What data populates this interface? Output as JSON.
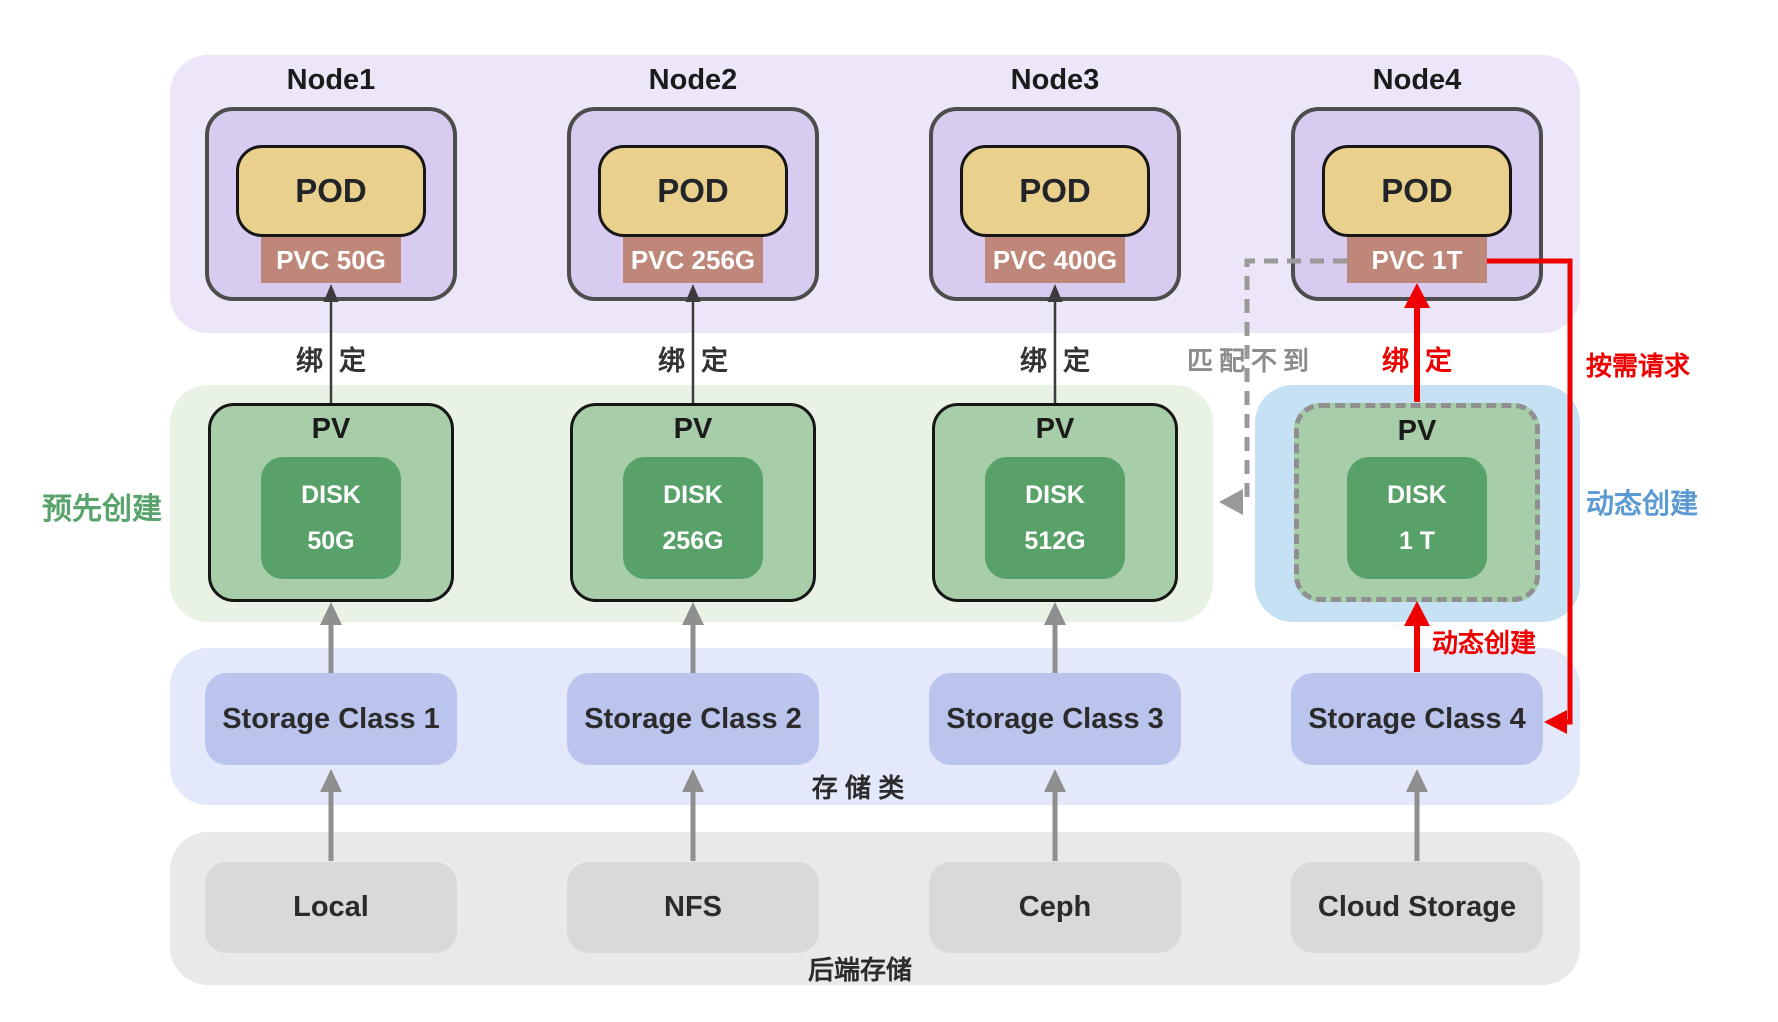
{
  "labels": {
    "pre_create": "预先创建",
    "dynamic_create_side": "动态创建",
    "on_demand_request": "按需请求",
    "bind_red": "绑定",
    "no_match": "匹配不到",
    "dynamic_create_red": "动态创建",
    "storage_class_band": "存 储 类",
    "backend_band": "后端存储"
  },
  "columns": [
    {
      "node": "Node1",
      "pod": "POD",
      "pvc": "PVC 50G",
      "bind": "绑定",
      "pv": "PV",
      "disk": "DISK",
      "disk_size": "50G",
      "storage_class": "Storage Class 1",
      "backend": "Local"
    },
    {
      "node": "Node2",
      "pod": "POD",
      "pvc": "PVC 256G",
      "bind": "绑定",
      "pv": "PV",
      "disk": "DISK",
      "disk_size": "256G",
      "storage_class": "Storage Class 2",
      "backend": "NFS"
    },
    {
      "node": "Node3",
      "pod": "POD",
      "pvc": "PVC 400G",
      "bind": "绑定",
      "pv": "PV",
      "disk": "DISK",
      "disk_size": "512G",
      "storage_class": "Storage Class 3",
      "backend": "Ceph"
    },
    {
      "node": "Node4",
      "pod": "POD",
      "pvc": "PVC 1T",
      "pv": "PV",
      "disk": "DISK",
      "disk_size": "1 T",
      "storage_class": "Storage Class 4",
      "backend": "Cloud Storage"
    }
  ],
  "colors": {
    "node_band": "#ece6f8",
    "node_box": "#d7ccf0",
    "pod_box": "#e9d18d",
    "pvc_badge": "#bf8779",
    "pv_band": "#e8f3e5",
    "pv_box": "#a7cea8",
    "disk_box": "#58a168",
    "dynamic_band": "#c6e1f4",
    "storage_class_band": "#e3e9fb",
    "storage_class_box": "#bac4ec",
    "backend_band": "#e9e9e9",
    "backend_box": "#d9d9d9",
    "arrow_gray": "#8f8f8f",
    "arrow_red": "#ee0000",
    "label_green": "#58a46c",
    "label_blue": "#5b9ad2",
    "label_gray": "#8c8c8c"
  }
}
